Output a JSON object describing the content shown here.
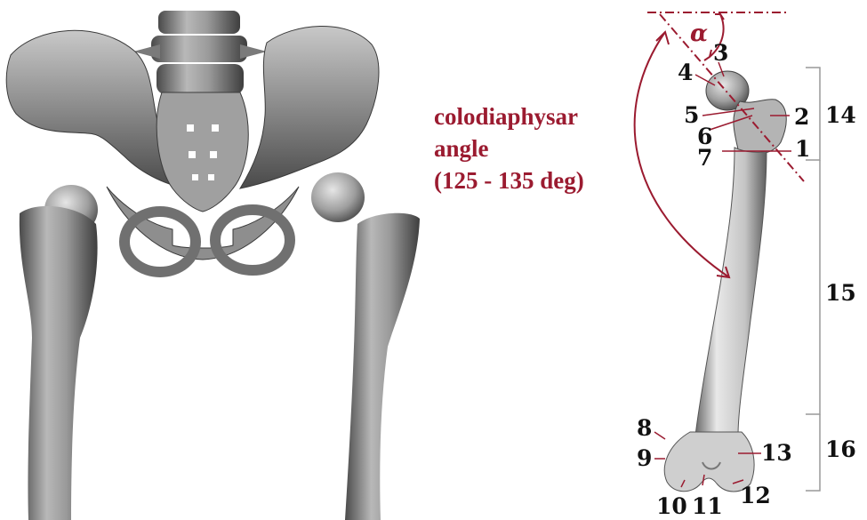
{
  "colors": {
    "bone_light": "#d8d8d8",
    "bone_mid": "#a6a6a6",
    "bone_dark": "#5a5a5a",
    "annotation": "#9b1b30",
    "label": "#111111",
    "bracket": "#999999"
  },
  "angle": {
    "symbol": "α",
    "label_lines": [
      "colodiaphysar",
      "angle",
      "(125 - 135 deg)"
    ]
  },
  "labels": [
    "1",
    "2",
    "3",
    "4",
    "5",
    "6",
    "7",
    "8",
    "9",
    "10",
    "11",
    "12",
    "13",
    "14",
    "15",
    "16"
  ]
}
